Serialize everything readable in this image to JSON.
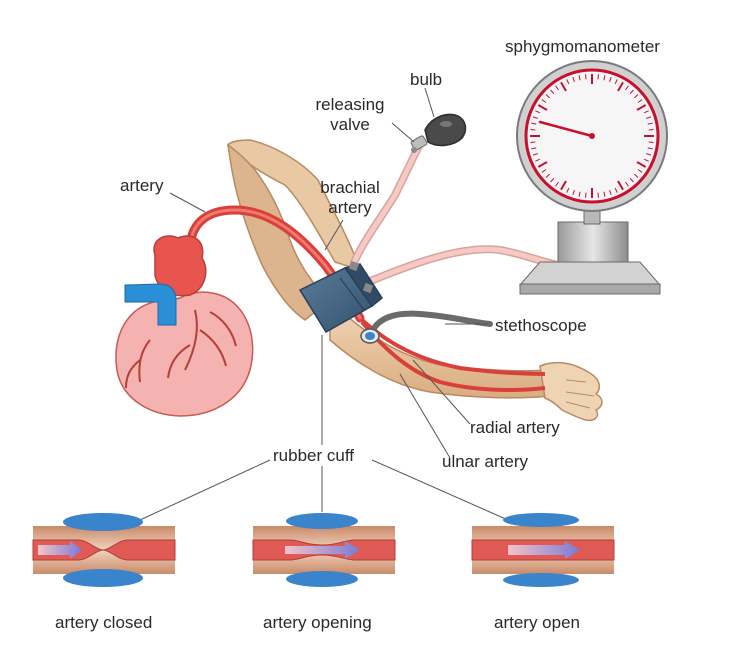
{
  "labels": {
    "sphygmomanometer": "sphygmomanometer",
    "bulb": "bulb",
    "releasing_valve_line1": "releasing",
    "releasing_valve_line2": "valve",
    "artery": "artery",
    "brachial_line1": "brachial",
    "brachial_line2": "artery",
    "stethoscope": "stethoscope",
    "radial_artery": "radial artery",
    "ulnar_artery": "ulnar artery",
    "rubber_cuff": "rubber cuff",
    "artery_closed": "artery closed",
    "artery_opening": "artery opening",
    "artery_open": "artery open"
  },
  "colors": {
    "skin": "#e9c9a4",
    "skin_outline": "#b88a62",
    "artery_red": "#d9403a",
    "heart_pink": "#f4b3b0",
    "heart_red": "#e8554e",
    "vein_blue": "#2a8fd6",
    "cuff_blue": "#4a6d8c",
    "tube_pink": "#f5c9c4",
    "gauge_red": "#c8102e",
    "stethoscope_gray": "#6b6b6b",
    "lens_blue": "#3a84cc",
    "flow_arrow": "#8a88d8"
  }
}
